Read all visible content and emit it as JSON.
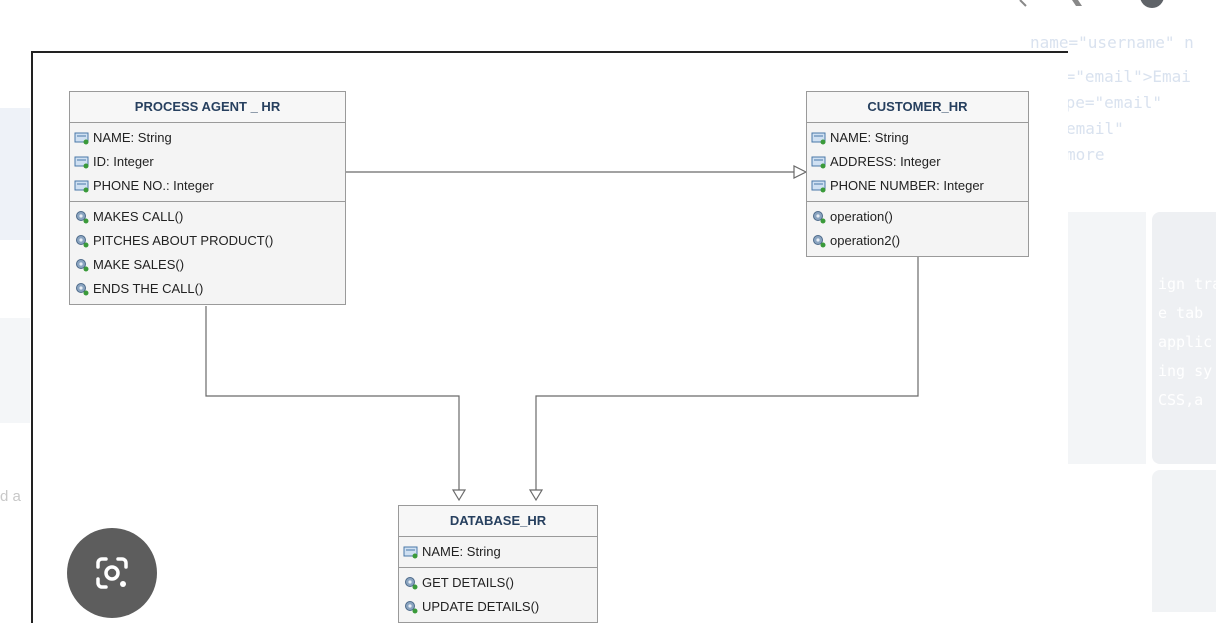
{
  "background": {
    "right_snippets": [
      "name=\"username\" n",
      "r=\"email\">Emai",
      "ype=\"email\"",
      "email\"",
      "more"
    ],
    "editor_lines": [
      "",
      "",
      "ign tra",
      "e tab",
      "applic",
      "ing sy",
      "CSS,a"
    ],
    "left_text": "d a"
  },
  "classes": {
    "process_agent": {
      "name": "PROCESS AGENT _ HR",
      "attributes": [
        "NAME: String",
        "ID: Integer",
        "PHONE NO.: Integer"
      ],
      "operations": [
        "MAKES CALL()",
        "PITCHES ABOUT PRODUCT()",
        "MAKE SALES()",
        "ENDS THE CALL()"
      ]
    },
    "customer": {
      "name": "CUSTOMER_HR",
      "attributes": [
        "NAME: String",
        "ADDRESS: Integer",
        "PHONE NUMBER: Integer"
      ],
      "operations": [
        "operation()",
        "operation2()"
      ]
    },
    "database": {
      "name": "DATABASE_HR",
      "attributes": [
        "NAME: String"
      ],
      "operations": [
        "GET DETAILS()",
        "UPDATE DETAILS()"
      ]
    }
  },
  "icons": {
    "attribute": "field-icon",
    "operation": "method-icon",
    "lens": "camera-search-icon"
  },
  "colors": {
    "title": "#27405f",
    "box_bg": "#f4f4f4",
    "lens_bg": "#5d5d5d"
  }
}
